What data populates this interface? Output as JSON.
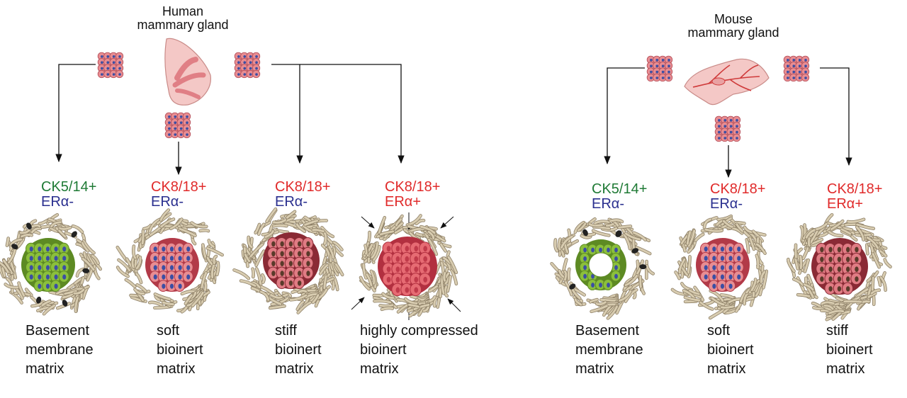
{
  "colors": {
    "green_marker": "#1f7a35",
    "red_marker": "#e02a2a",
    "blue_marker": "#2a2f8f",
    "cell_pink": "#e88d92",
    "cell_green": "#8bbf3c",
    "nucleus_blue": "#3b4ea3",
    "fiber": "#d8ccb0",
    "gland": "#f4c8c6"
  },
  "icons": {
    "organoid": "organoid-icon",
    "human_gland": "human-gland-icon",
    "mouse_gland": "mouse-gland-icon",
    "arrow": "arrow-icon",
    "matrix": "matrix-ring-icon"
  },
  "human": {
    "title_line1": "Human",
    "title_line2": "mammary gland",
    "panels": [
      {
        "marker1": "CK5/14+",
        "marker1_color": "green",
        "marker2": "ERα-",
        "marker2_color": "blue",
        "cluster": "green-solid",
        "desc1": "Basement",
        "desc2": "membrane",
        "desc3": "matrix"
      },
      {
        "marker1": "CK8/18+",
        "marker1_color": "red",
        "marker2": "ERα-",
        "marker2_color": "blue",
        "cluster": "pink-solid",
        "desc1": "soft",
        "desc2": "bioinert",
        "desc3": "matrix"
      },
      {
        "marker1": "CK8/18+",
        "marker1_color": "red",
        "marker2": "ERα-",
        "marker2_color": "blue",
        "cluster": "pink-dense",
        "desc1": "stiff",
        "desc2": "bioinert",
        "desc3": "matrix"
      },
      {
        "marker1": "CK8/18+",
        "marker1_color": "red",
        "marker2": "ERα+",
        "marker2_color": "red",
        "cluster": "pink-compressed",
        "desc1": "highly compressed",
        "desc2": "bioinert",
        "desc3": "matrix"
      }
    ]
  },
  "mouse": {
    "title_line1": "Mouse",
    "title_line2": "mammary gland",
    "panels": [
      {
        "marker1": "CK5/14+",
        "marker1_color": "green",
        "marker2": "ERα-",
        "marker2_color": "blue",
        "cluster": "green-hollow",
        "desc1": "Basement",
        "desc2": "membrane",
        "desc3": "matrix"
      },
      {
        "marker1": "CK8/18+",
        "marker1_color": "red",
        "marker2": "ERα-",
        "marker2_color": "blue",
        "cluster": "pink-solid",
        "desc1": "soft",
        "desc2": "bioinert",
        "desc3": "matrix"
      },
      {
        "marker1": "CK8/18+",
        "marker1_color": "red",
        "marker2": "ERα+",
        "marker2_color": "red",
        "cluster": "pink-dense",
        "desc1": "stiff",
        "desc2": "bioinert",
        "desc3": "matrix"
      }
    ]
  }
}
